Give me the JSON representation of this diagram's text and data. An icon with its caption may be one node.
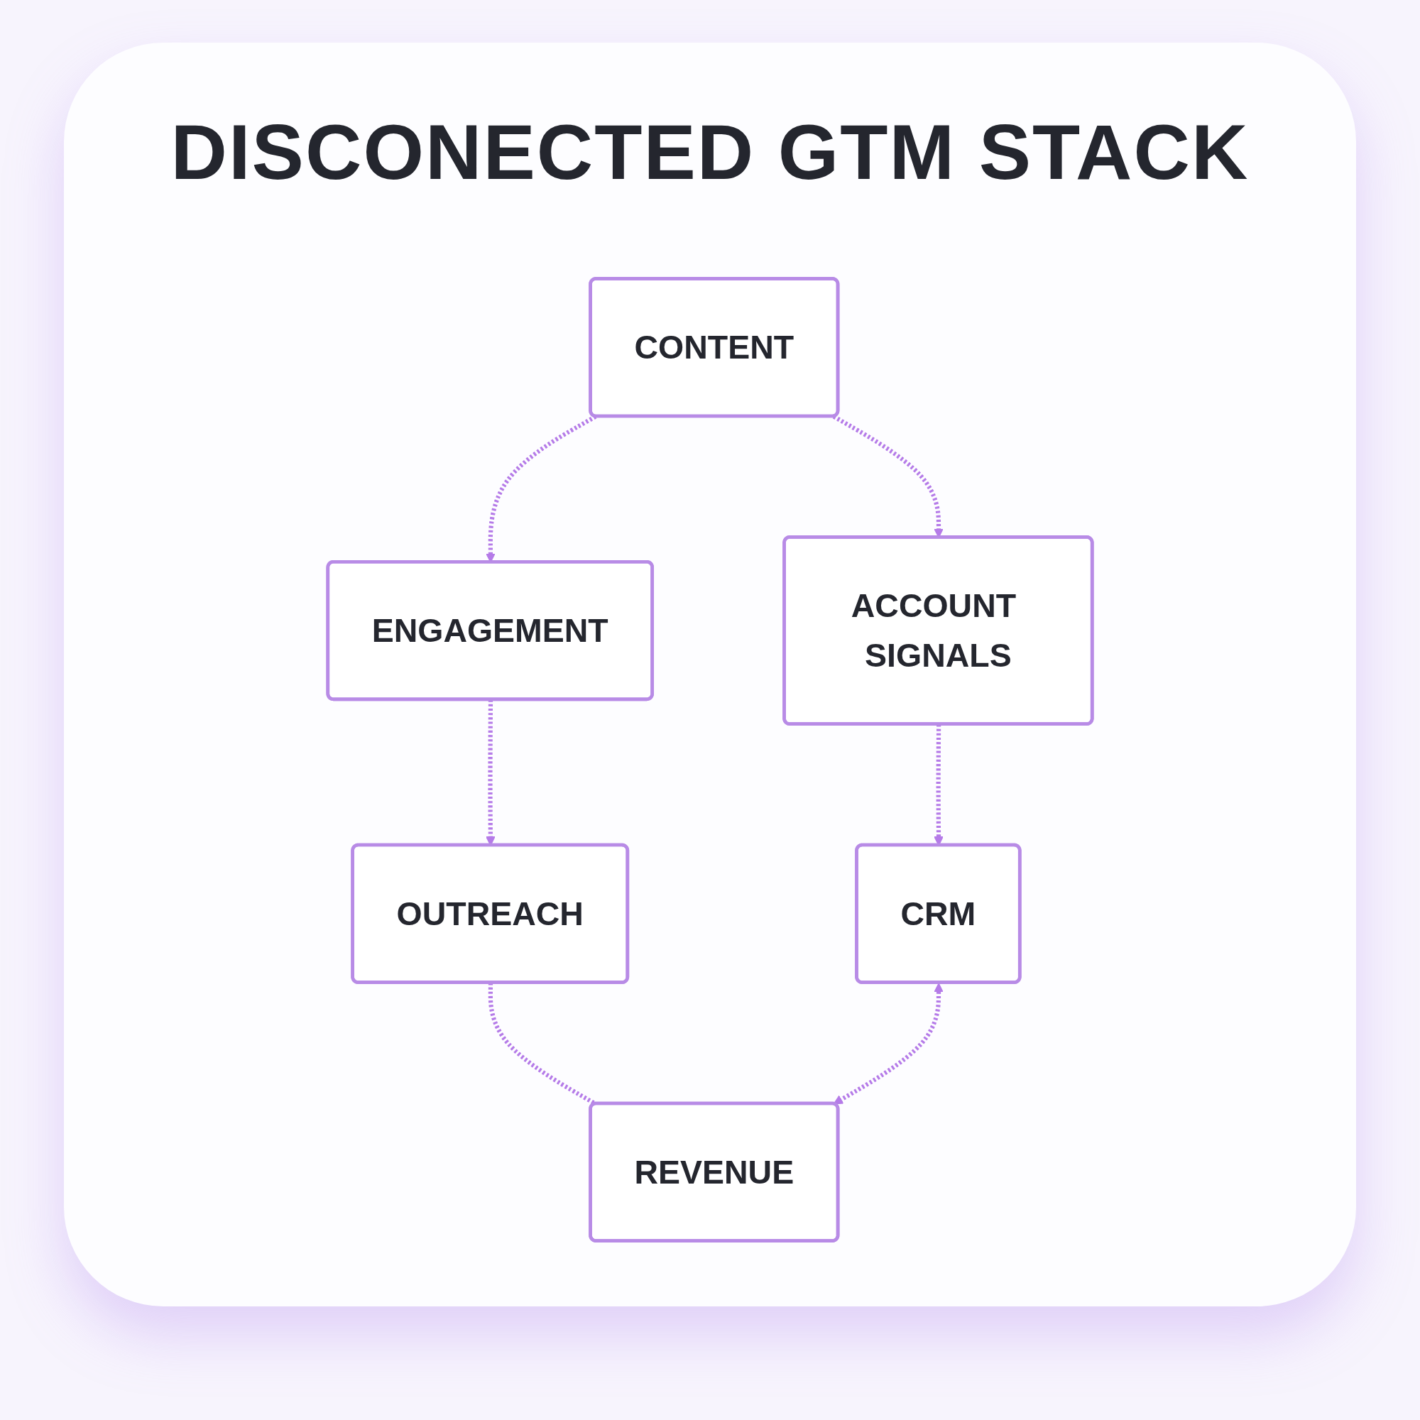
{
  "diagram": {
    "title": "DISCONECTED GTM STACK",
    "nodes": [
      {
        "text": [
          "ENGAGEMENT"
        ]
      },
      {
        "text": [
          "CONTENT"
        ]
      },
      {
        "text": [
          "OUTREACH"
        ]
      },
      {
        "text": [
          "ACCOUNT SIGNALS"
        ]
      },
      {
        "text": [
          "REVENUE"
        ]
      },
      {
        "text": [
          "CRM"
        ]
      }
    ],
    "edges": [
      {
        "from": 1,
        "to": 0,
        "arrow": "to",
        "style": "dashed"
      },
      {
        "from": 0,
        "to": 2,
        "arrow": "to",
        "style": "dashed"
      },
      {
        "from": 2,
        "to": 4,
        "arrow": "none",
        "style": "dashed"
      },
      {
        "from": 1,
        "to": 3,
        "arrow": "to",
        "style": "dashed"
      },
      {
        "from": 3,
        "to": 5,
        "arrow": "to",
        "style": "dashed"
      },
      {
        "from": 5,
        "to": 4,
        "arrow": "both",
        "style": "dashed"
      }
    ]
  }
}
